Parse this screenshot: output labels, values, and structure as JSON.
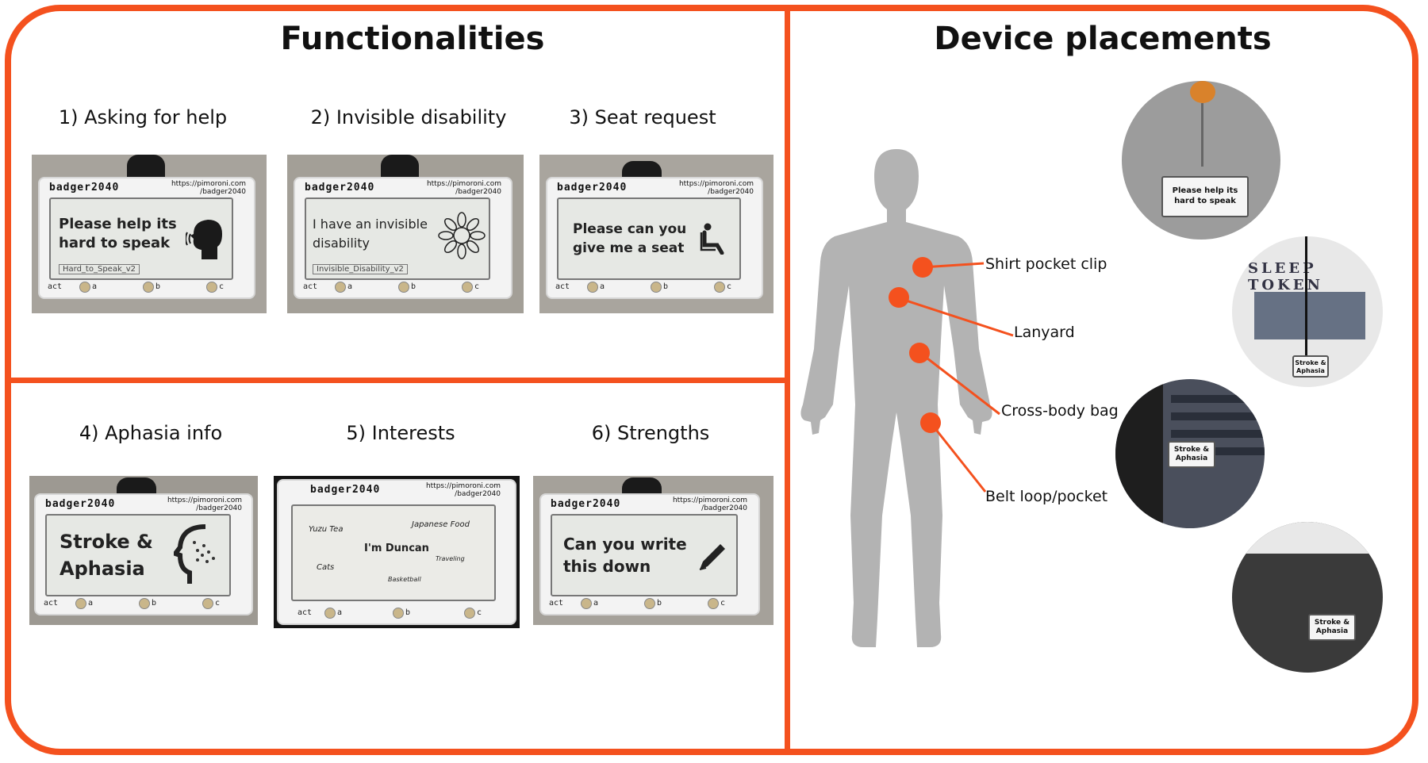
{
  "left_title": "Functionalities",
  "right_title": "Device placements",
  "functionalities": [
    {
      "caption": "1) Asking for help",
      "message": "Please help its hard to speak",
      "tag": "Hard_to_Speak_v2",
      "icon": "speaking-head-icon"
    },
    {
      "caption": "2) Invisible disability",
      "message": "I have an invisible disability",
      "tag": "Invisible_Disability_v2",
      "icon": "sunflower-icon"
    },
    {
      "caption": "3) Seat request",
      "message": "Please can you give me a seat",
      "icon": "seated-person-icon"
    },
    {
      "caption": "4) Aphasia info",
      "message": "Stroke & Aphasia",
      "icon": "aphasia-head-icon"
    },
    {
      "caption": "5) Interests",
      "message": "I'm Duncan",
      "words": [
        "Yuzu Tea",
        "Japanese Food",
        "Traveling",
        "Cats",
        "Basketball"
      ]
    },
    {
      "caption": "6) Strengths",
      "message": "Can you write this down",
      "icon": "pencil-icon"
    }
  ],
  "device": {
    "brand": "badger2040",
    "url_line1": "https://pimoroni.com",
    "url_line2": "/badger2040",
    "act": "act",
    "buttons": [
      "a",
      "b",
      "c"
    ]
  },
  "placements": [
    "Shirt pocket clip",
    "Lanyard",
    "Cross-body bag",
    "Belt loop/pocket"
  ],
  "photo_badges": {
    "shirt_pocket": "Please help its hard to speak",
    "lanyard": "Stroke & Aphasia",
    "bag": "Stroke & Aphasia",
    "belt": "Stroke & Aphasia"
  },
  "lanyard_shirt_text": "SLEEP TOKEN",
  "accent_color": "#f4511e"
}
